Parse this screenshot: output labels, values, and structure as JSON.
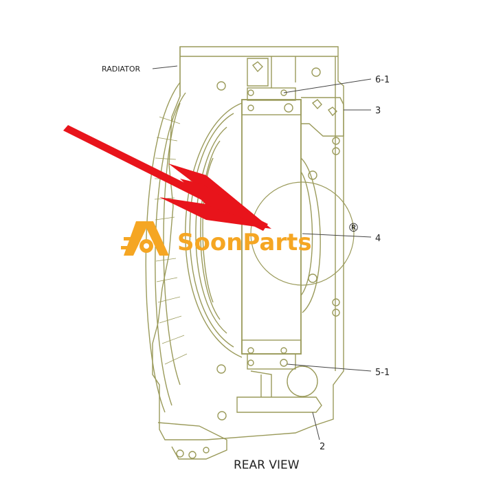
{
  "labels": {
    "radiator": "RADIATOR",
    "part_6_1": "6-1",
    "part_3": "3",
    "part_4": "4",
    "part_5_1": "5-1",
    "part_2": "2",
    "view": "REAR VIEW"
  },
  "watermark": {
    "brand": "SoonParts",
    "registered": "®"
  },
  "colors": {
    "line": "#9a9a5a",
    "arrow": "#e8141b",
    "watermark": "#f5a623"
  }
}
